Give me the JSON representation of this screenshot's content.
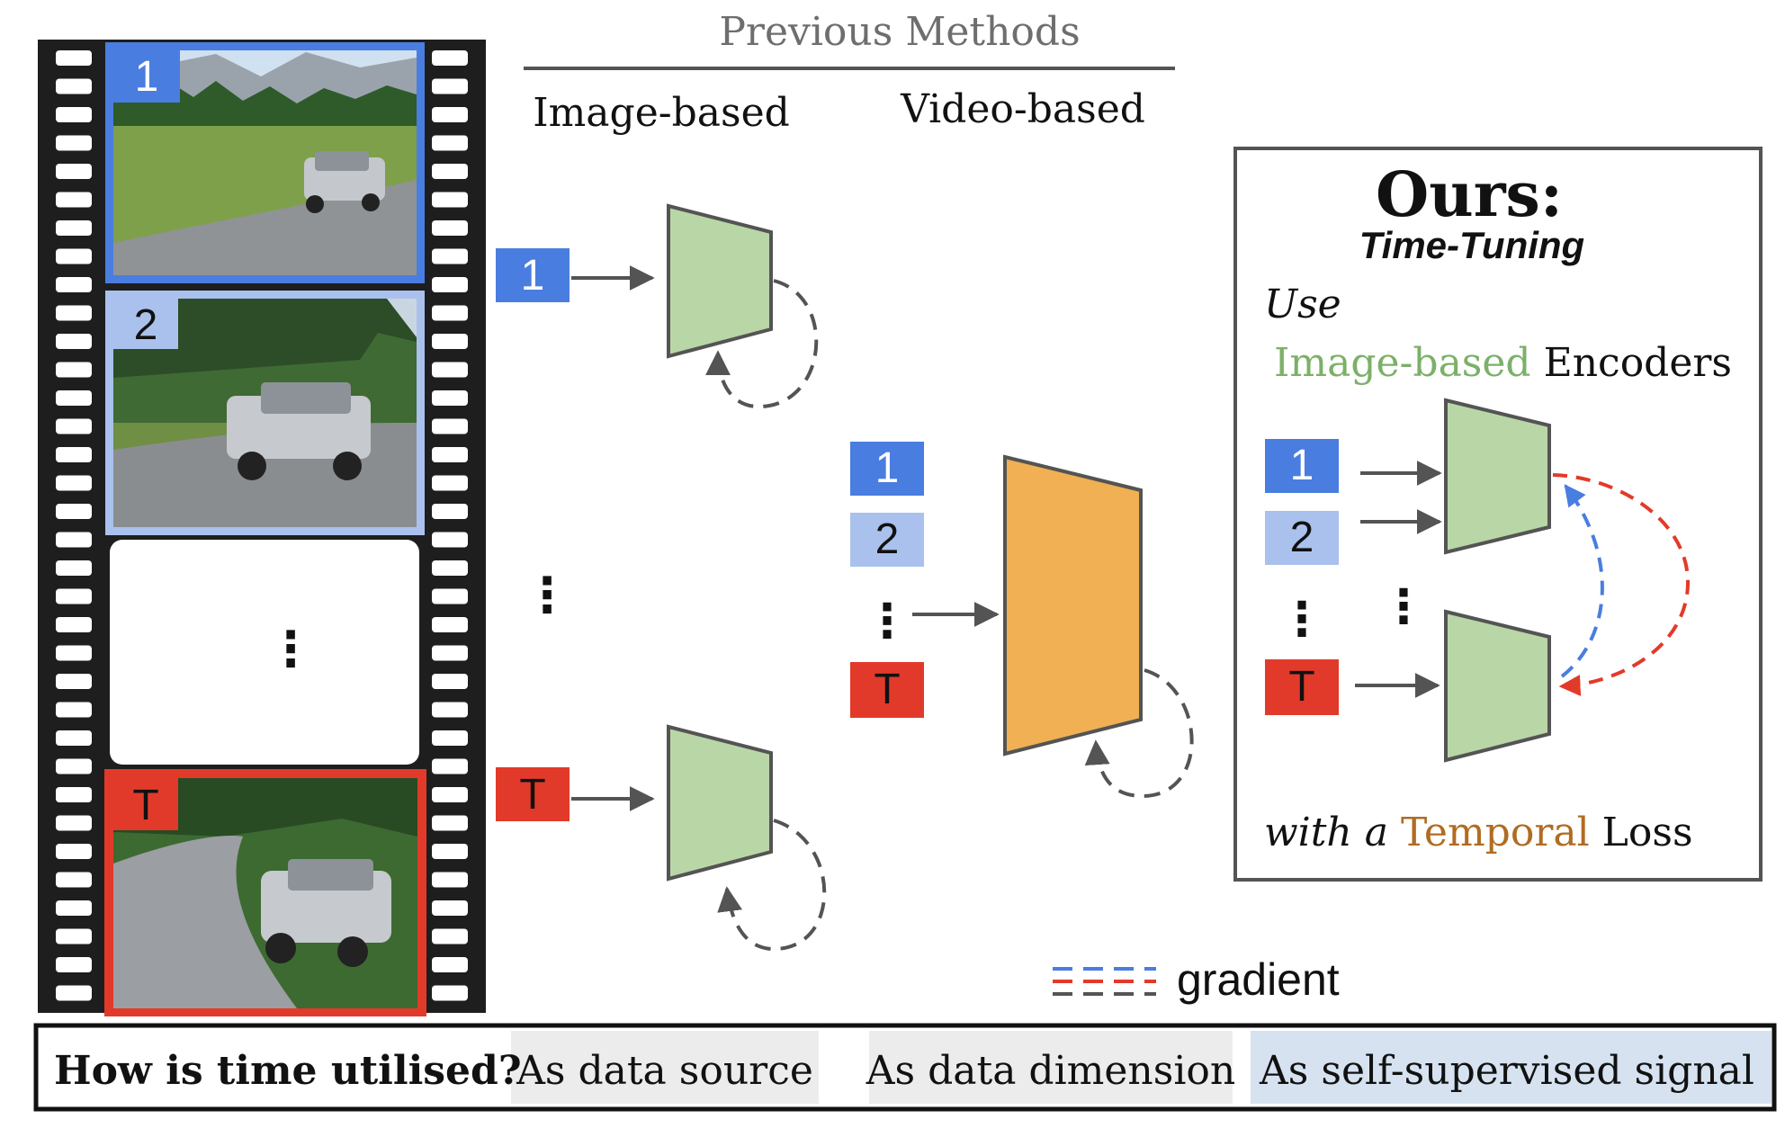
{
  "header": {
    "title": "Previous Methods",
    "image_based": "Image-based",
    "video_based": "Video-based"
  },
  "filmstrip": {
    "frame1_label": "1",
    "frame2_label": "2",
    "frameT_label": "T",
    "ellipsis": "⋮"
  },
  "image_based": {
    "input1": "1",
    "inputT": "T",
    "ellipsis": "⋮"
  },
  "video_based": {
    "input1": "1",
    "input2": "2",
    "ellipsis": "⋮",
    "inputT": "T"
  },
  "ours": {
    "title": "Ours:",
    "subtitle": "Time-Tuning",
    "use": "Use",
    "image_based": "Image-based",
    "encoders": "Encoders",
    "input1": "1",
    "input2": "2",
    "ellipsis": "⋮",
    "inputT": "T",
    "with_a": "with a",
    "temporal": "Temporal",
    "loss": "Loss"
  },
  "legend": {
    "label": "gradient"
  },
  "bottom_bar": {
    "question": "How is time utilised?",
    "cell1": "As data source",
    "cell2": "As data dimension",
    "cell3": "As self-supervised signal"
  },
  "colors": {
    "blue": "#4a7de0",
    "light_blue": "#a9c1ec",
    "red": "#e23a2a",
    "green_fill": "#b9d6a7",
    "orange_fill": "#f0b053",
    "gray_stroke": "#545454",
    "green_text": "#7cb069",
    "temporal_text": "#b06c22"
  }
}
